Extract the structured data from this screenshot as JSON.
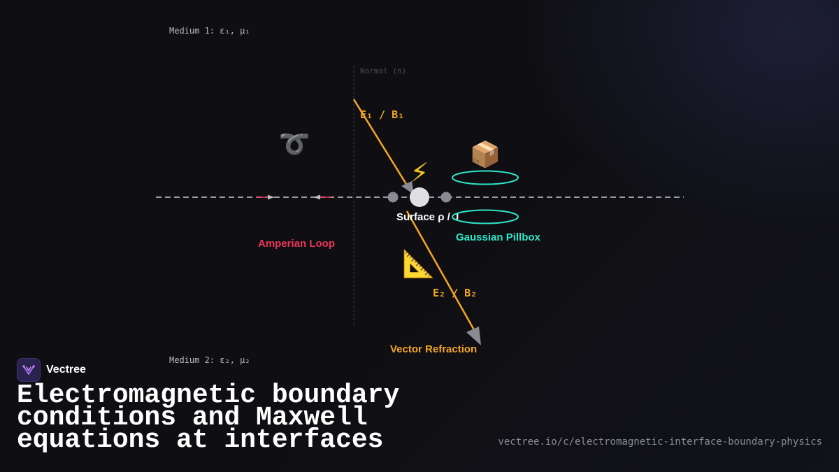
{
  "diagram": {
    "medium1_label": "Medium 1: ε₁, μ₁",
    "medium2_label": "Medium 2: ε₂, μ₂",
    "normal_label": "Normal (n)",
    "incident_label": "E₁ / B₁",
    "refracted_label": "E₂ / B₂",
    "surface_label": "Surface ρ / J",
    "amperian_label": "Amperian Loop",
    "gaussian_label": "Gaussian Pillbox",
    "refraction_label": "Vector Refraction",
    "icons": {
      "loop": "➰",
      "lightning": "⚡",
      "box": "📦",
      "ruler": "📐"
    },
    "colors": {
      "vector": "#f5a623",
      "amperian": "#e8365a",
      "gaussian": "#2ee6c8",
      "interface": "#9a9aa2"
    }
  },
  "footer": {
    "brand": "Vectree",
    "title": "Electromagnetic boundary conditions and Maxwell equations at interfaces",
    "url": "vectree.io/c/electromagnetic-interface-boundary-physics"
  }
}
